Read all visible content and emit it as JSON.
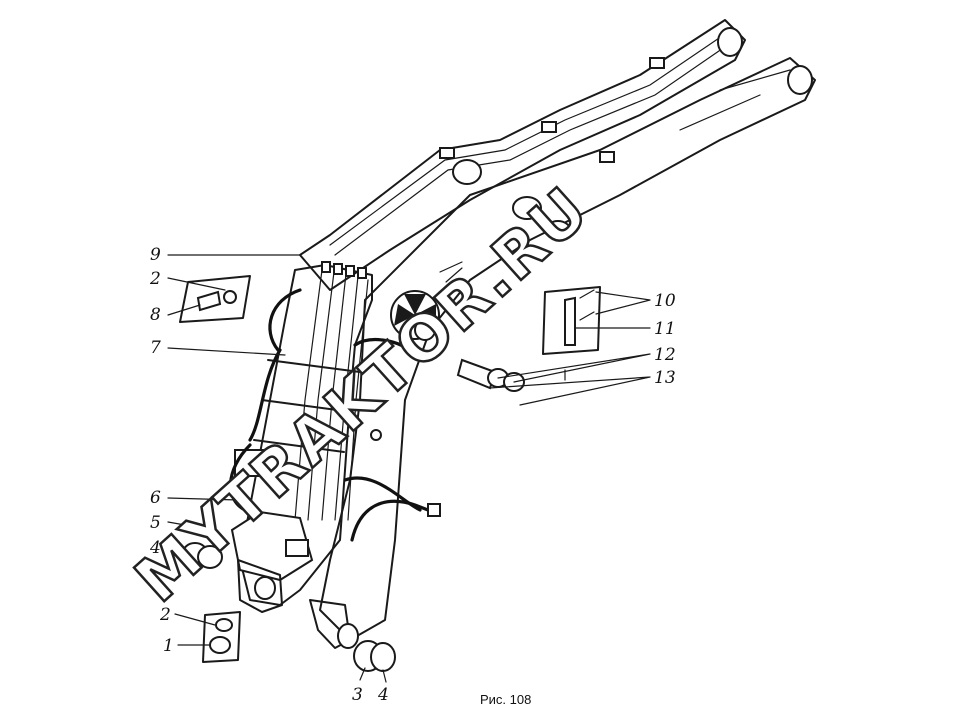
{
  "caption": "Рис. 108",
  "watermark": "MYTRAKTOR.RU",
  "callouts": [
    {
      "id": "9-top",
      "label": "9"
    },
    {
      "id": "2-top",
      "label": "2"
    },
    {
      "id": "8",
      "label": "8"
    },
    {
      "id": "7",
      "label": "7"
    },
    {
      "id": "6",
      "label": "6"
    },
    {
      "id": "5",
      "label": "5"
    },
    {
      "id": "4-left",
      "label": "4"
    },
    {
      "id": "2-bottom",
      "label": "2"
    },
    {
      "id": "1",
      "label": "1"
    },
    {
      "id": "3",
      "label": "3"
    },
    {
      "id": "4-bottom",
      "label": "4"
    },
    {
      "id": "10",
      "label": "10"
    },
    {
      "id": "11",
      "label": "11"
    },
    {
      "id": "12",
      "label": "12"
    },
    {
      "id": "13",
      "label": "13"
    }
  ],
  "colors": {
    "ink": "#1a1a1a",
    "background": "#ffffff"
  }
}
